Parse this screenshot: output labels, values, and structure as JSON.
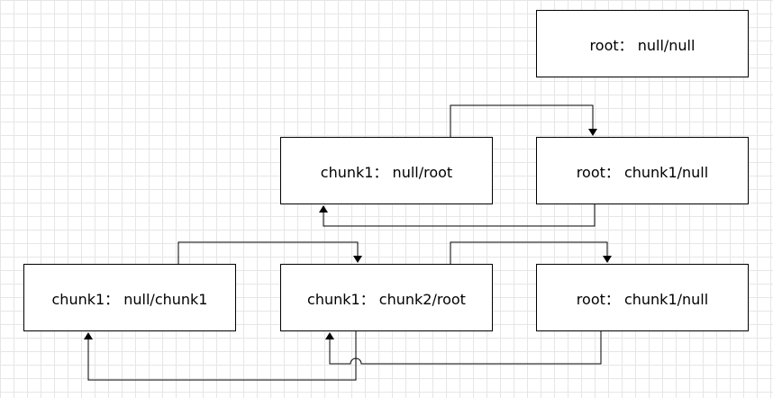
{
  "nodes": [
    {
      "id": "n1",
      "label": "root： null/null"
    },
    {
      "id": "n2",
      "label": "chunk1： null/root"
    },
    {
      "id": "n3",
      "label": "root： chunk1/null"
    },
    {
      "id": "n4",
      "label": "chunk1： null/chunk1"
    },
    {
      "id": "n5",
      "label": "chunk1： chunk2/root"
    },
    {
      "id": "n6",
      "label": "root： chunk1/null"
    }
  ],
  "edges": [
    {
      "from": "n2",
      "to": "n3"
    },
    {
      "from": "n3",
      "to": "n2"
    },
    {
      "from": "n4",
      "to": "n5"
    },
    {
      "from": "n5",
      "to": "n4"
    },
    {
      "from": "n5",
      "to": "n6"
    },
    {
      "from": "n6",
      "to": "n5"
    }
  ]
}
